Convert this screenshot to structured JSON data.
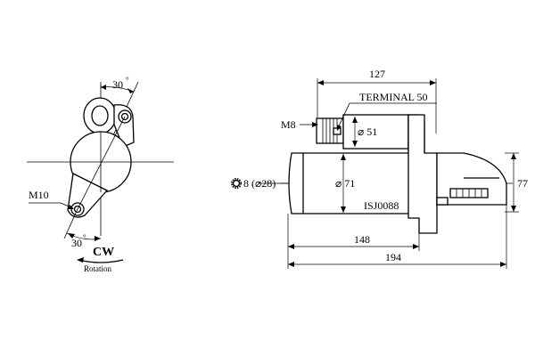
{
  "drawing": {
    "front_view": {
      "angle_top": "30",
      "angle_bottom": "30",
      "degree_symbol": "°",
      "bolt_label": "M10",
      "rotation_direction": "CW",
      "rotation_label": "Rotation"
    },
    "side_view": {
      "dim_total_top": "127",
      "terminal_label": "TERMINAL 50",
      "thread_label": "M8",
      "solenoid_diameter": "⌀ 51",
      "body_diameter": "⌀ 71",
      "part_code": "ISJ0088",
      "dim_body_length": "148",
      "dim_overall_length": "194",
      "dim_height": "77",
      "teeth_label": "8 (⌀28)",
      "gear_icon": "gear-icon"
    }
  }
}
